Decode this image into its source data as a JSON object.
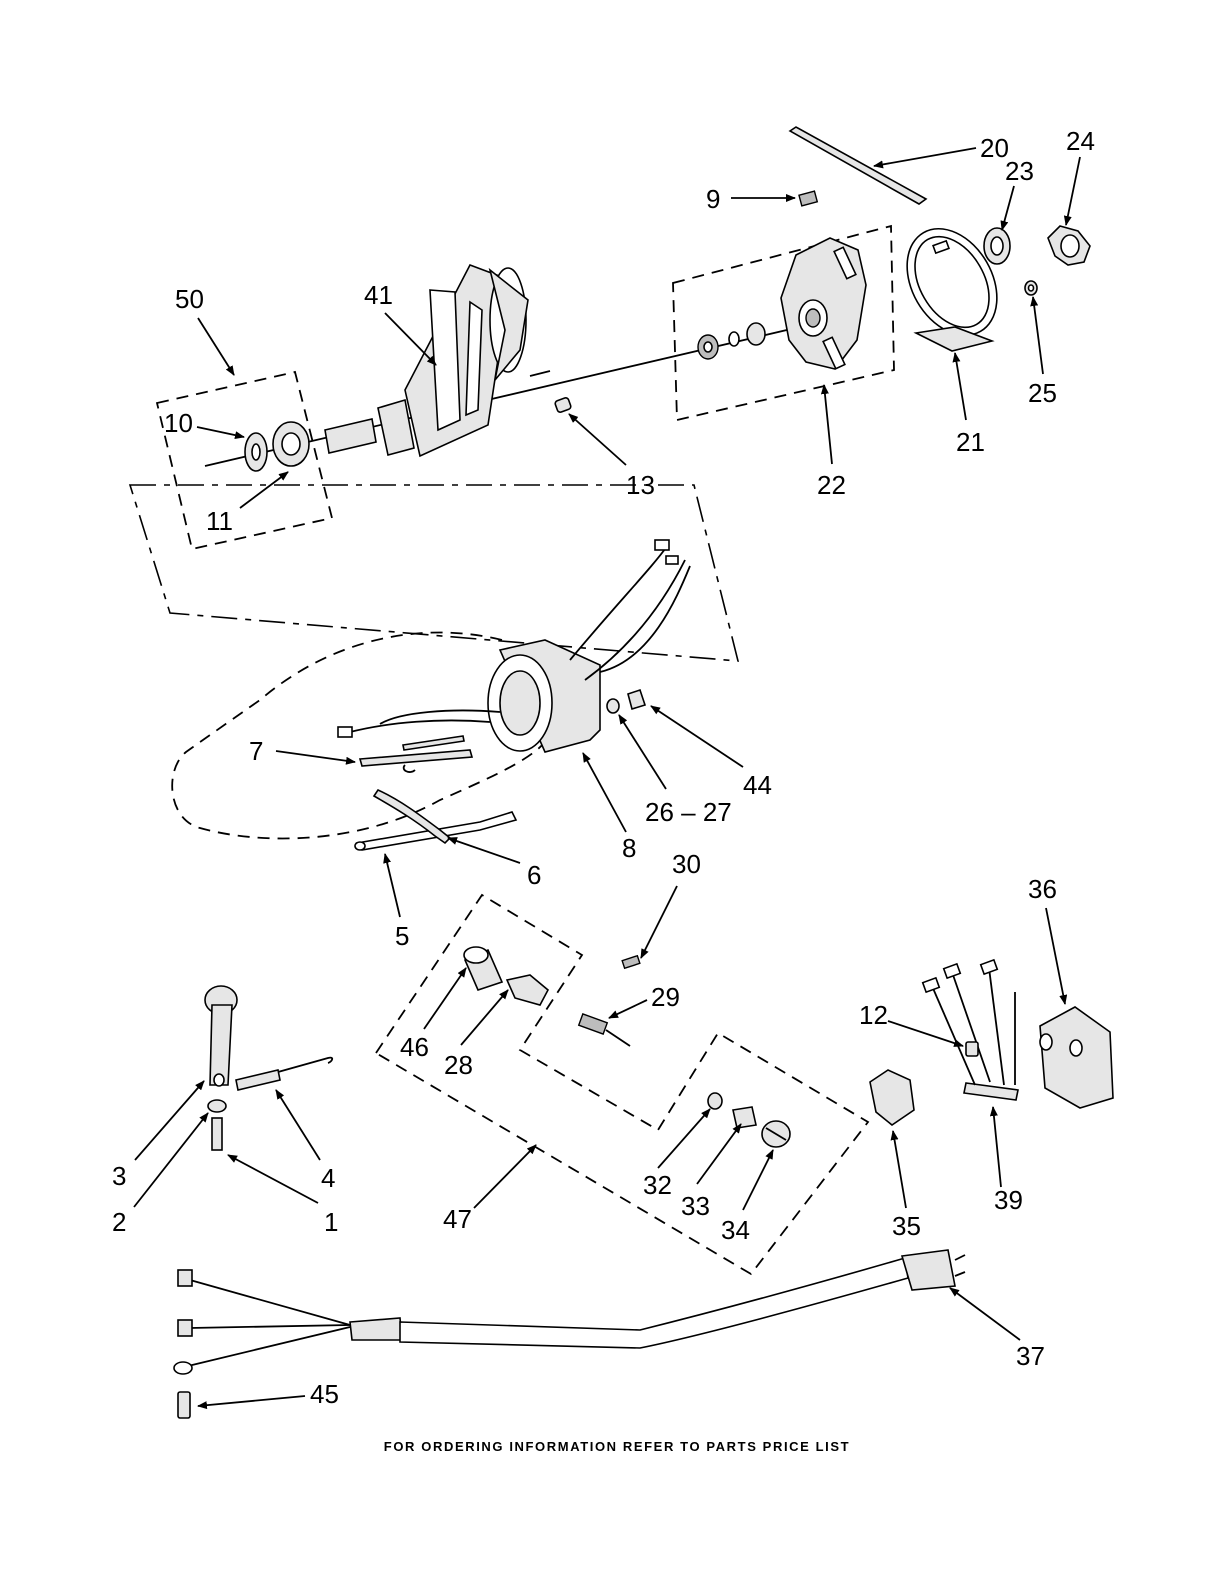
{
  "footer": "FOR ORDERING INFORMATION REFER TO PARTS PRICE LIST",
  "labels": {
    "l1": "1",
    "l2": "2",
    "l3": "3",
    "l4": "4",
    "l5": "5",
    "l6": "6",
    "l7": "7",
    "l8": "8",
    "l9": "9",
    "l10": "10",
    "l11": "11",
    "l12": "12",
    "l13": "13",
    "l20": "20",
    "l21": "21",
    "l22": "22",
    "l23": "23",
    "l24": "24",
    "l25": "25",
    "l26_27": "26 – 27",
    "l28": "28",
    "l29": "29",
    "l30": "30",
    "l32": "32",
    "l33": "33",
    "l34": "34",
    "l35": "35",
    "l36": "36",
    "l37": "37",
    "l39": "39",
    "l41": "41",
    "l44": "44",
    "l45": "45",
    "l46": "46",
    "l47": "47",
    "l50": "50"
  }
}
